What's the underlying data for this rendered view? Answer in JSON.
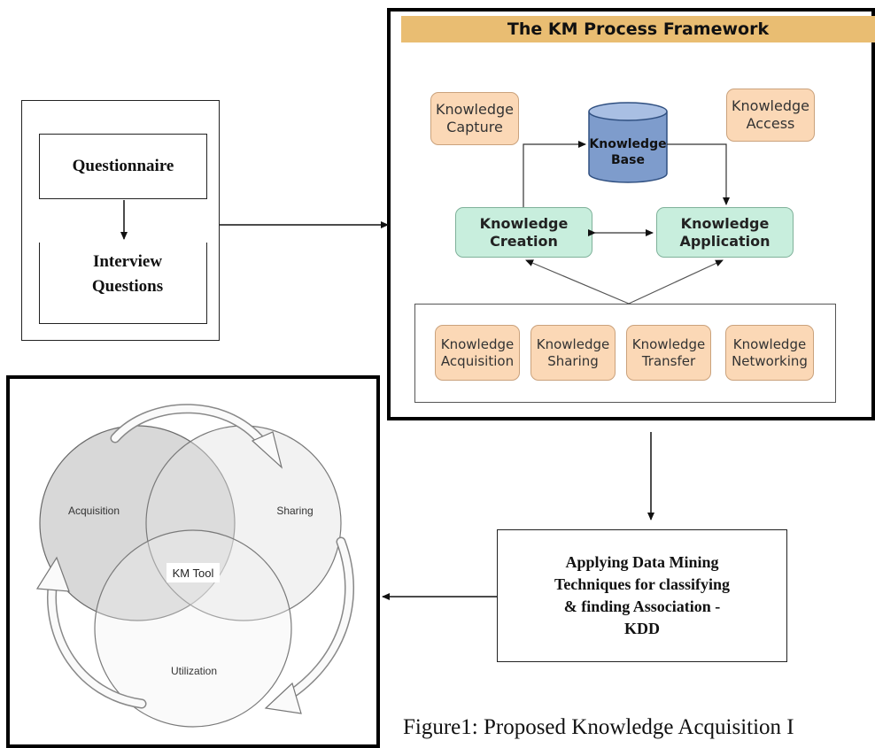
{
  "left_panel": {
    "questionnaire": "Questionnaire",
    "interview": [
      "Interview",
      "Questions"
    ]
  },
  "framework": {
    "title": "The KM Process Framework",
    "base": [
      "Knowledge",
      "Base"
    ],
    "capture": [
      "Knowledge",
      "Capture"
    ],
    "access": [
      "Knowledge",
      "Access"
    ],
    "creation": [
      "Knowledge",
      "Creation"
    ],
    "application": [
      "Knowledge",
      "Application"
    ],
    "bottom": [
      [
        "Knowledge",
        "Acquisition"
      ],
      [
        "Knowledge",
        "Sharing"
      ],
      [
        "Knowledge",
        "Transfer"
      ],
      [
        "Knowledge",
        "Networking"
      ]
    ],
    "colors": {
      "title_bar": "#e9bd72",
      "orange_fill": "#fbd8b6",
      "green_fill": "#c8eedd",
      "cylinder": "#7e9ccc"
    }
  },
  "venn": {
    "acquisition": "Acquisition",
    "sharing": "Sharing",
    "utilization": "Utilization",
    "center": "KM Tool"
  },
  "data_mining": [
    "Applying Data Mining",
    "Techniques for classifying",
    "& finding Association -",
    "KDD"
  ],
  "caption": "Figure1: Proposed Knowledge Acquisition I"
}
